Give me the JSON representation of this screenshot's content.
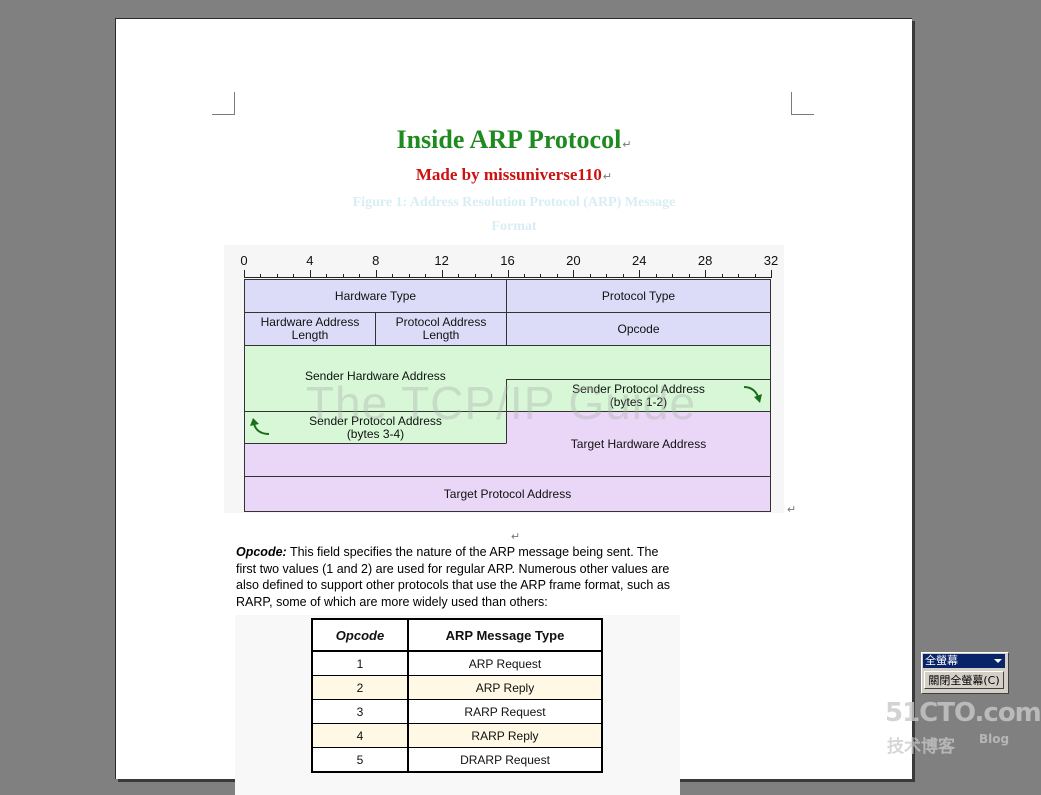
{
  "document": {
    "title": "Inside ARP Protocol",
    "subtitle": "Made by missuniverse110",
    "paragraph_mark": "↵",
    "figure_caption_line1": "Figure 1: Address Resolution Protocol (ARP) Message",
    "figure_caption_line2": "Format"
  },
  "diagram": {
    "ruler_labels": [
      "0",
      "4",
      "8",
      "12",
      "16",
      "20",
      "24",
      "28",
      "32"
    ],
    "watermark": "The TCP/IP Guide",
    "fields": {
      "hardware_type": "Hardware Type",
      "protocol_type": "Protocol Type",
      "hw_addr_len_l1": "Hardware Address",
      "hw_addr_len_l2": "Length",
      "proto_addr_len_l1": "Protocol Address",
      "proto_addr_len_l2": "Length",
      "opcode": "Opcode",
      "sender_hw_addr": "Sender Hardware Address",
      "sender_proto_12_l1": "Sender Protocol Address",
      "sender_proto_12_l2": "(bytes 1-2)",
      "sender_proto_34_l1": "Sender Protocol Address",
      "sender_proto_34_l2": "(bytes 3-4)",
      "target_hw_addr": "Target Hardware Address",
      "target_proto_addr": "Target Protocol Address"
    },
    "colors": {
      "header": "#dcdcf8",
      "sender": "#d7f7d7",
      "target": "#ead7f7",
      "arrow": "#1a6e1a"
    }
  },
  "opcode_section": {
    "label": "Opcode:",
    "text": "This field specifies the nature of the ARP message being sent. The first two values (1 and 2) are used for regular ARP. Numerous other values are also defined to support other protocols that use the ARP frame format, such as RARP, some of which are more widely used than others:"
  },
  "opcode_table": {
    "headers": [
      "Opcode",
      "ARP Message Type"
    ],
    "rows": [
      {
        "opcode": "1",
        "type": "ARP Request"
      },
      {
        "opcode": "2",
        "type": "ARP Reply"
      },
      {
        "opcode": "3",
        "type": "RARP Request"
      },
      {
        "opcode": "4",
        "type": "RARP Reply"
      },
      {
        "opcode": "5",
        "type": "DRARP Request"
      }
    ]
  },
  "toolbar": {
    "title": "全螢幕",
    "close_label": "關閉全螢幕(C)"
  },
  "brand": {
    "main": "51CTO.com",
    "sub": "技术博客",
    "blog": "Blog"
  }
}
